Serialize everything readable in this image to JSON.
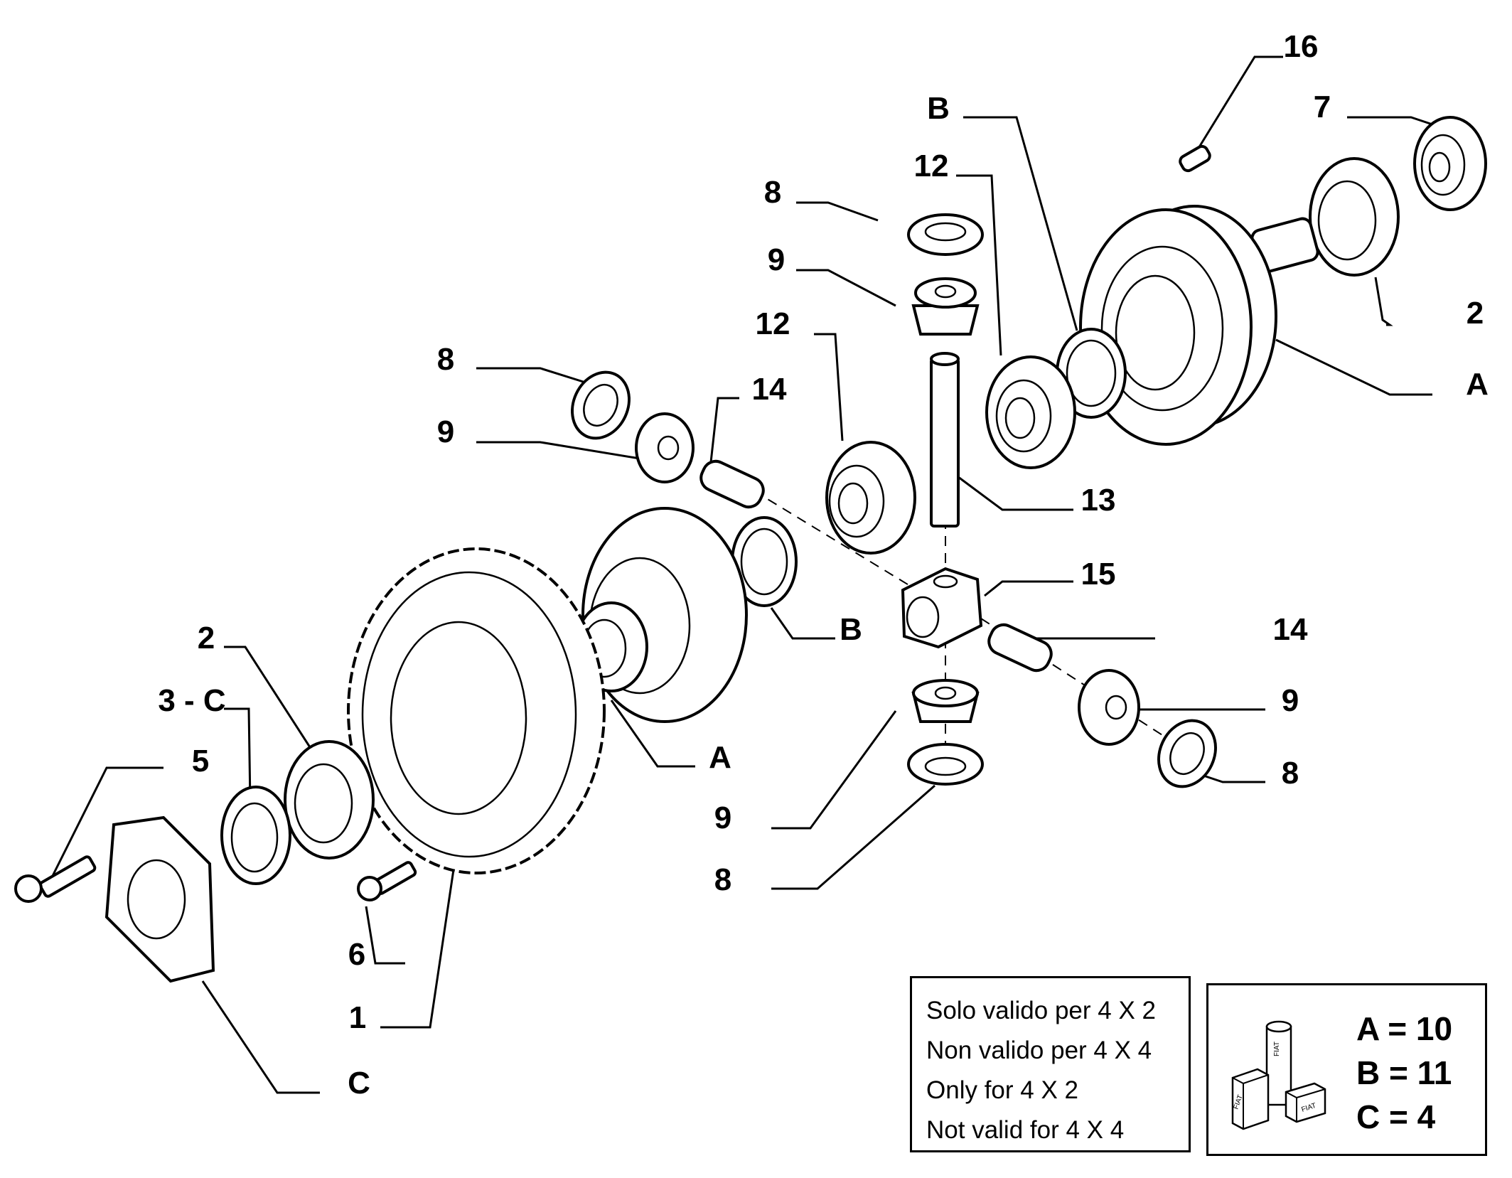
{
  "callouts": {
    "top_right": {
      "n16": "16",
      "n7": "7",
      "n2": "2",
      "nA": "A"
    },
    "center_top": {
      "nB": "B",
      "n12": "12",
      "n8": "8",
      "n9": "9",
      "n12b": "12",
      "n13": "13"
    },
    "center_left": {
      "n8": "8",
      "n9": "9",
      "n14": "14"
    },
    "center": {
      "nB": "B",
      "nA": "A",
      "n15": "15",
      "n14": "14",
      "n9": "9",
      "n8": "8",
      "n9b": "9",
      "n8b": "8"
    },
    "left": {
      "n2": "2",
      "n3c": "3 - C",
      "n5": "5",
      "n6": "6",
      "n1": "1",
      "nC": "C"
    }
  },
  "applicability_note": {
    "lines": [
      "Solo valido per 4 X 2",
      "Non valido per 4 X 4",
      "Only for 4 X 2",
      "Not valid for 4 X 4"
    ]
  },
  "kit_legend": {
    "icon": "fiat-kit-boxes-icon",
    "box_text": "FIAT",
    "items": [
      "A = 10",
      "B = 11",
      "C = 4"
    ]
  }
}
